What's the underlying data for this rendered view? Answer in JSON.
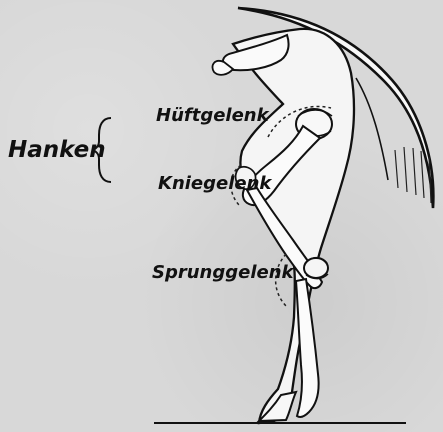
{
  "labels": {
    "group": "Hanken",
    "hip": "Hüftgelenk",
    "knee": "Kniegelenk",
    "hock": "Sprunggelenk"
  }
}
